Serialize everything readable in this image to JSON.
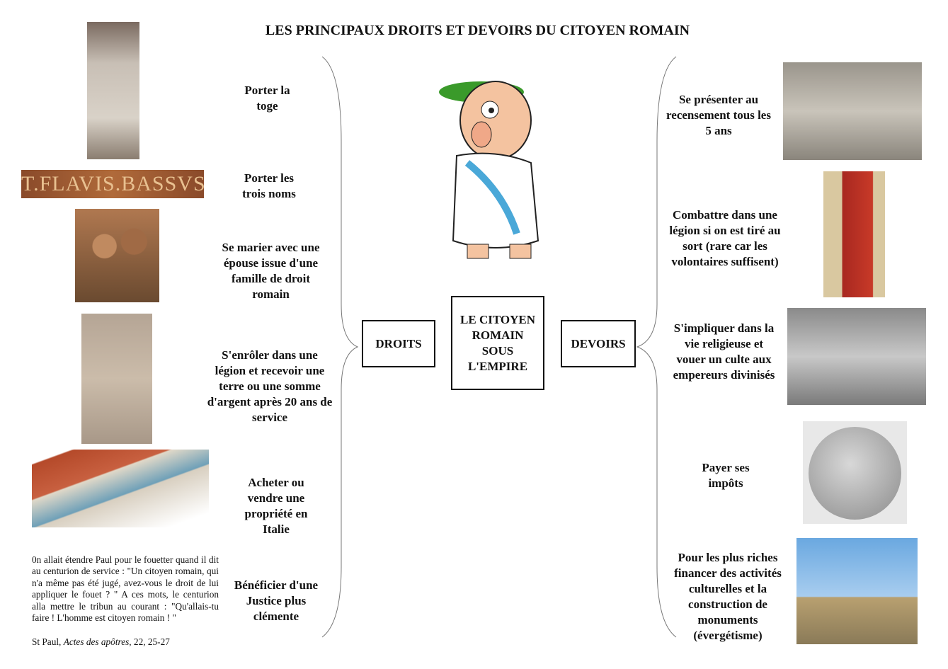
{
  "title": "LES PRINCIPAUX DROITS ET DEVOIRS DU CITOYEN ROMAIN",
  "center": {
    "label": "LE CITOYEN ROMAIN SOUS L'EMPIRE"
  },
  "droits": {
    "label": "DROITS",
    "items": [
      "Porter la toge",
      "Porter les trois noms",
      "Se marier avec une épouse issue d'une famille de droit romain",
      "S'enrôler dans une légion et recevoir une terre ou une somme d'argent après 20 ans de service",
      "Acheter ou vendre une propriété en Italie",
      "Bénéficier d'une Justice plus clémente"
    ]
  },
  "devoirs": {
    "label": "DEVOIRS",
    "items": [
      "Se présenter au recensement tous les 5 ans",
      "Combattre dans une légion si on est tiré au sort (rare car les volontaires suffisent)",
      "S'impliquer dans la vie religieuse et vouer un culte aux empereurs divinisés",
      "Payer ses impôts",
      "Pour les plus riches financer des activités culturelles et la construction de monuments (évergétisme)"
    ]
  },
  "inscription": "T.FLAVIS.BASSVS",
  "quote": {
    "text": "0n allait étendre Paul pour le fouetter quand il dit au centurion de service : \"Un citoyen romain, qui n'a même pas été jugé, avez-vous le droit de lui appliquer le fouet ? \" A ces mots, le centurion alla mettre le tribun au courant : \"Qu'allais-tu faire ! L'homme est citoyen romain ! \"",
    "author": "St Paul, ",
    "work": "Actes des apôtres",
    "ref": ", 22, 25-27"
  }
}
